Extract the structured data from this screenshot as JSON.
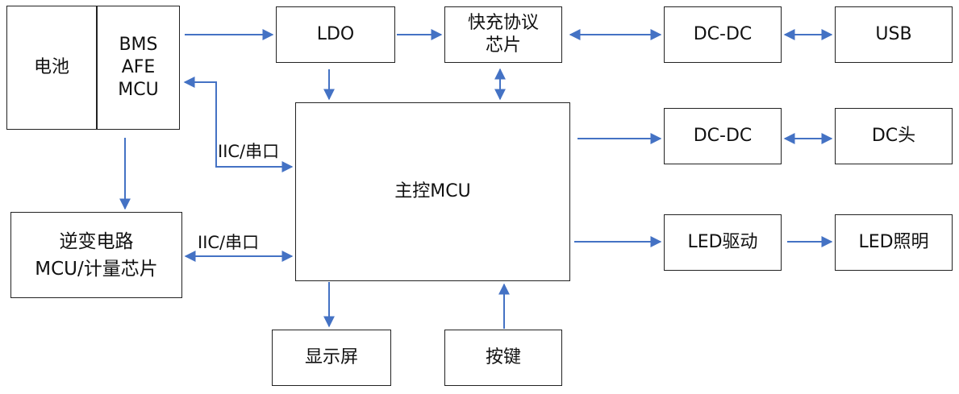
{
  "battery": {
    "label": "电池",
    "lines": [
      "BMS",
      "AFE",
      "MCU"
    ]
  },
  "ldo": "LDO",
  "fast_charge": {
    "line1": "快充协议",
    "line2": "芯片"
  },
  "dcdc_top": "DC-DC",
  "usb": "USB",
  "main_mcu": "主控MCU",
  "dcdc_mid": "DC-DC",
  "dc_head": "DC头",
  "led_driver": "LED驱动",
  "led_light": "LED照明",
  "inverter": {
    "line1": "逆变电路",
    "line2": "MCU/计量芯片"
  },
  "display": "显示屏",
  "keys": "按键",
  "link_label_upper": "IIC/串口",
  "link_label_lower": "IIC/串口",
  "colors": {
    "arrow": "#4472C4",
    "border": "#222222"
  }
}
